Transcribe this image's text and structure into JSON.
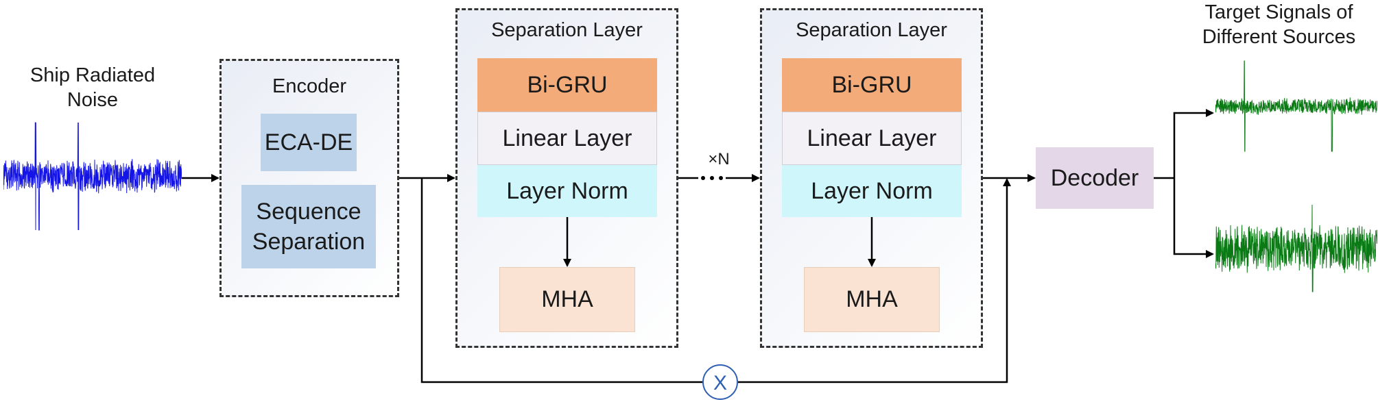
{
  "input_label": [
    "Ship Radiated",
    "Noise"
  ],
  "encoder": {
    "title": "Encoder",
    "blocks": [
      "ECA-DE",
      "Sequence Separation"
    ]
  },
  "separation_layers": [
    {
      "title": "Separation Layer",
      "blocks": [
        "Bi-GRU",
        "Linear Layer",
        "Layer Norm",
        "MHA"
      ]
    },
    {
      "title": "Separation Layer",
      "blocks": [
        "Bi-GRU",
        "Linear Layer",
        "Layer Norm",
        "MHA"
      ]
    }
  ],
  "repeat_label": "×N",
  "multiply_symbol": "X",
  "decoder": "Decoder",
  "output_label": [
    "Target Signals of",
    "Different Sources"
  ],
  "colors": {
    "input_waveform": "#1414e6",
    "output_waveform": "#0a7a14",
    "encoder_block": "#bcd3ea",
    "bigru": "#f4ab7a",
    "linear": "#f4f1f6",
    "layernorm": "#cff7fb",
    "mha": "#fae3d3",
    "decoder": "#e4d8e8",
    "multiply_circle": "#2f5fb3"
  }
}
